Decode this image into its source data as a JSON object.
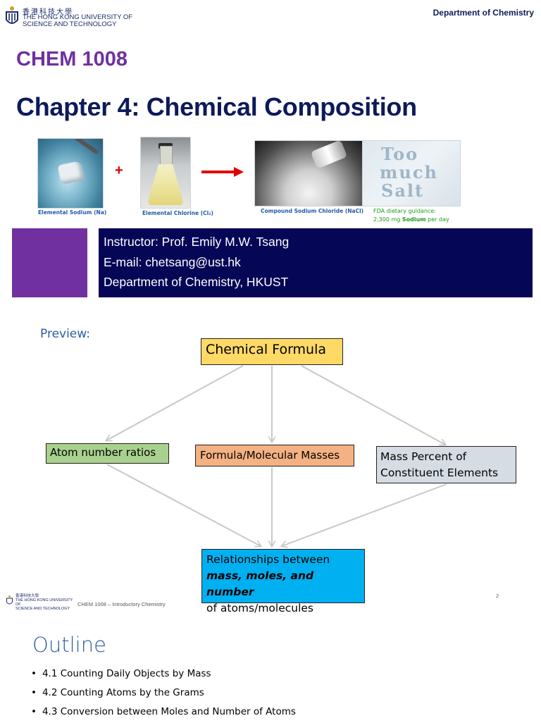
{
  "header": {
    "logo_cn": "香港科技大學",
    "logo_en_line1": "THE HONG KONG UNIVERSITY OF",
    "logo_en_line2": "SCIENCE AND TECHNOLOGY",
    "department": "Department of Chemistry"
  },
  "course_code": "CHEM 1008",
  "chapter_title": "Chapter 4: Chemical Composition",
  "images": {
    "plus": "+",
    "caption_sodium": "Elemental Sodium (Na)",
    "caption_chlorine": "Elemental Chlorine (Cl₂)",
    "caption_nacl": "Compound Sodium Chloride (NaCl)",
    "too_much_salt_line1": "Too",
    "too_much_salt_line2": "much",
    "too_much_salt_line3": "Salt",
    "fda_line1": "FDA dietary guidance:",
    "fda_line2_pre": "2,300 mg ",
    "fda_line2_bold": "Sodium",
    "fda_line2_post": " per day"
  },
  "instructor": {
    "name": "Instructor: Prof. Emily M.W. Tsang",
    "email": "E-mail: chetsang@ust.hk",
    "dept": "Department of Chemistry, HKUST"
  },
  "preview": {
    "label": "Preview:",
    "chemical_formula": "Chemical Formula",
    "atom_ratios": "Atom number ratios",
    "molecular_masses": "Formula/Molecular Masses",
    "mass_percent_line1": "Mass Percent of",
    "mass_percent_line2": "Constituent Elements",
    "relationships_line1": "Relationships between",
    "relationships_line2": "mass, moles, and number",
    "relationships_line3": "of atoms/molecules"
  },
  "footer": {
    "logo_cn": "香港科技大學",
    "logo_en_line1": "THE HONG KONG UNIVERSITY OF",
    "logo_en_line2": "SCIENCE AND TECHNOLOGY",
    "course": "CHEM 1008 – Introductory Chemistry",
    "page_number": "2"
  },
  "outline": {
    "title": "Outline",
    "items": [
      "4.1 Counting Daily Objects by Mass",
      "4.2 Counting Atoms by the Grams",
      "4.3 Conversion between Moles and Number of Atoms"
    ]
  },
  "colors": {
    "course_purple": "#7030a0",
    "title_navy": "#0d1a5a",
    "instructor_navy": "#060657",
    "preview_blue": "#2e5da6",
    "formula_box": "#ffd966",
    "ratio_box": "#a9d18e",
    "mass_box": "#f4b183",
    "percent_box": "#d6dce4",
    "relationship_box": "#00b0f0"
  }
}
